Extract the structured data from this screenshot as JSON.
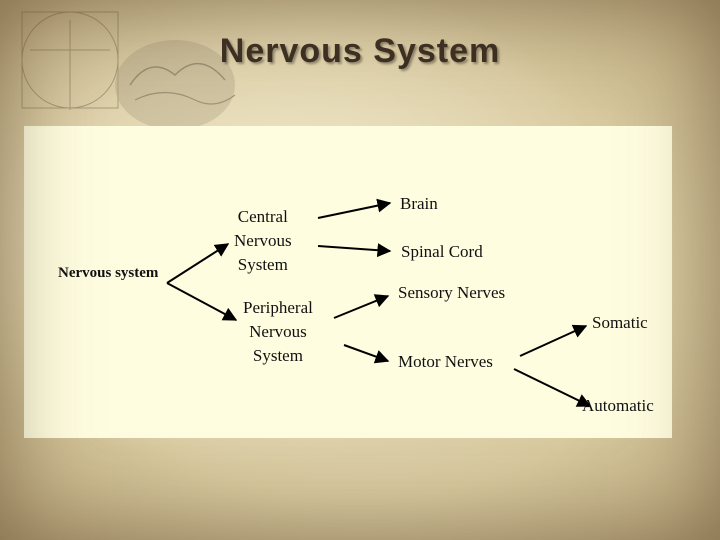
{
  "slide": {
    "title": "Nervous System"
  },
  "diagram": {
    "root": "Nervous system",
    "cns": [
      "Central",
      "Nervous",
      "System"
    ],
    "pns": [
      "Peripheral",
      "Nervous",
      "System"
    ],
    "brain": "Brain",
    "spinal_cord": "Spinal Cord",
    "sensory": "Sensory Nerves",
    "motor": "Motor Nerves",
    "somatic": "Somatic",
    "automatic": "Automatic"
  },
  "colors": {
    "panel": "#fffde0",
    "title": "#3c2f23",
    "arrow": "#000000"
  }
}
